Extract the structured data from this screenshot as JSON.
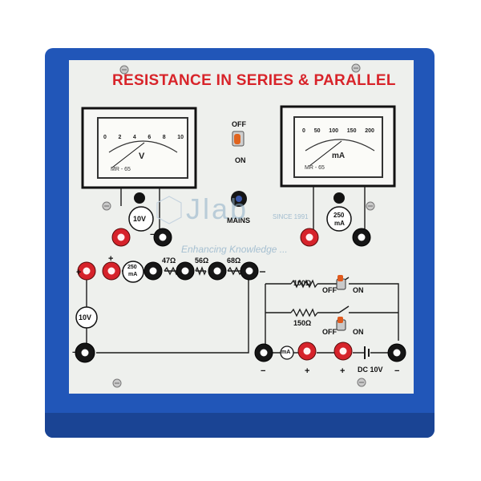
{
  "board": {
    "title": "RESISTANCE IN SERIES & PARALLEL",
    "colors": {
      "frame": "#2156b8",
      "panel": "#eef0ed",
      "title": "#d8242a",
      "red_terminal": "#d6232b",
      "black_terminal": "#161616"
    }
  },
  "voltmeter": {
    "scale": [
      "0",
      "2",
      "4",
      "6",
      "8",
      "10"
    ],
    "unit": "V",
    "model": "MR - 65"
  },
  "milliammeter": {
    "scale": [
      "0",
      "50",
      "100",
      "150",
      "200"
    ],
    "unit": "mA",
    "model": "MR - 65"
  },
  "power_switch": {
    "off_label": "OFF",
    "on_label": "ON"
  },
  "mains_label": "MAINS",
  "badges": {
    "meter_10v": "10V",
    "meter_250ma_value": "250",
    "meter_250ma_unit": "mA",
    "series_250ma_value": "250",
    "series_250ma_unit": "mA",
    "left_10v": "10V"
  },
  "resistors": {
    "r47": "47Ω",
    "r56": "56Ω",
    "r68": "68Ω",
    "r100": "100Ω",
    "r150": "150Ω"
  },
  "switches": {
    "s1_off": "OFF",
    "s1_on": "ON",
    "s2_off": "OFF",
    "s2_on": "ON"
  },
  "polarity": {
    "plus": "+",
    "minus": "−",
    "ammeter_symbol": "mA"
  },
  "dc_label": "DC 10V",
  "watermark": {
    "logo": "Jlab",
    "since": "SINCE 1991",
    "tagline": "Enhancing Knowledge ..."
  }
}
